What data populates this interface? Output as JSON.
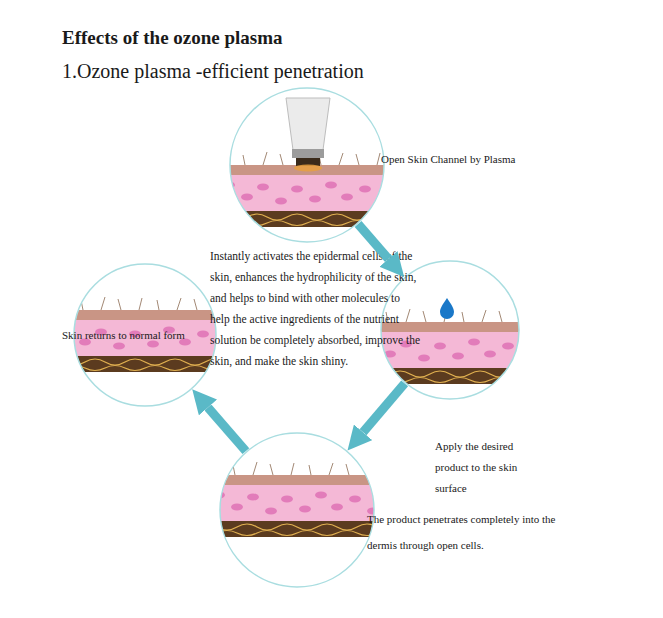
{
  "diagram": {
    "title": "Effects of the ozone plasma",
    "nodes": [
      {
        "text": [
          "Open Skin Channel by Plasma"
        ]
      },
      {
        "text": [
          "Apply the desired product to the skin surface"
        ]
      },
      {
        "text": [
          "The product penetrates completely into the dermis through open cells."
        ]
      },
      {
        "text": [
          "Skin returns to normal form"
        ]
      }
    ],
    "edges": [
      {
        "from": 0,
        "to": 1,
        "arrow": "to"
      },
      {
        "from": 1,
        "to": 2,
        "arrow": "to"
      },
      {
        "from": 2,
        "to": 3,
        "arrow": "to"
      }
    ],
    "labels": [
      "1.Ozone plasma -efficient penetration",
      "Instantly activates the epidermal cells of the skin, enhances the hydrophilicity of the skin, and helps to bind with other molecules to help the active ingredients of the nutrient solution be completely absorbed, improve the skin, and make the skin shiny."
    ]
  }
}
